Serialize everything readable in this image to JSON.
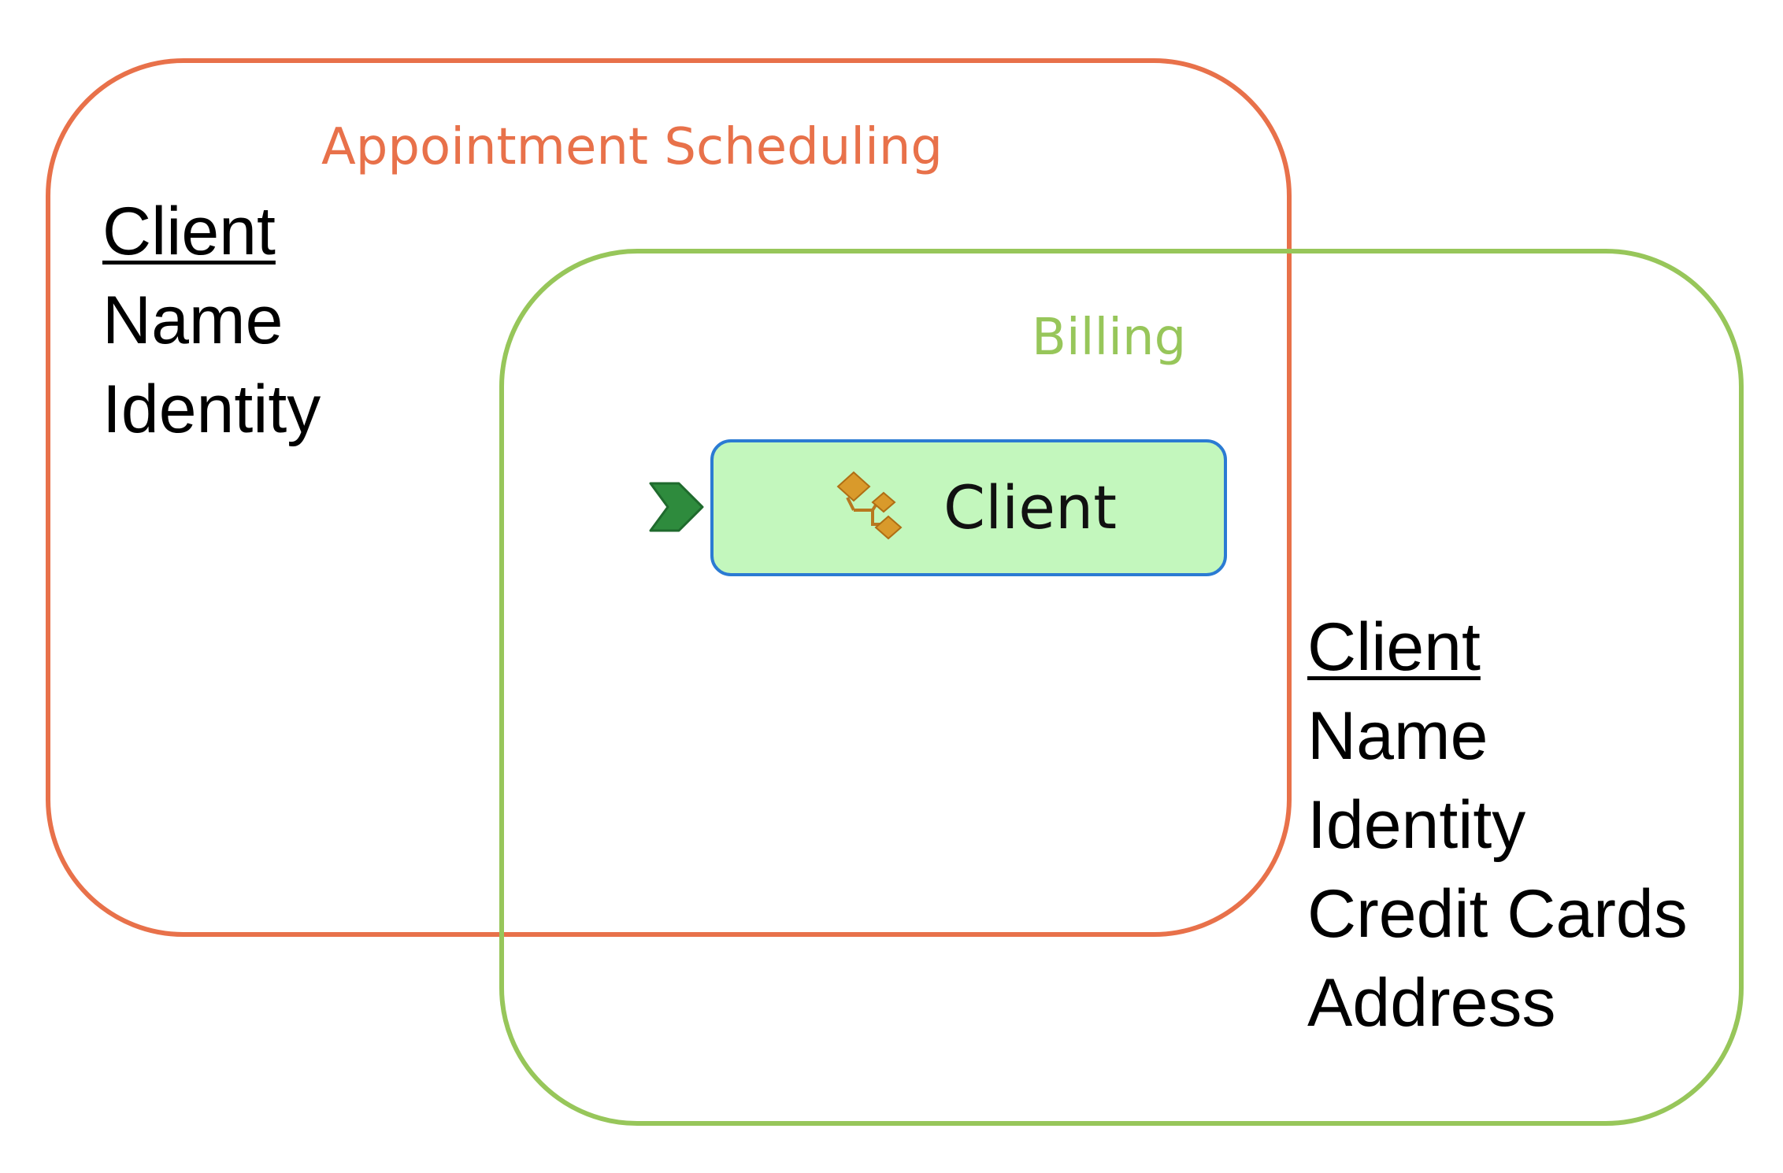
{
  "contexts": {
    "appointment": {
      "title": "Appointment Scheduling",
      "color": "#e8714a",
      "model": {
        "entity": "Client",
        "attributes": [
          "Name",
          "Identity"
        ]
      }
    },
    "billing": {
      "title": "Billing",
      "color": "#97c65a",
      "model": {
        "entity": "Client",
        "attributes": [
          "Name",
          "Identity",
          "Credit Cards",
          "Address"
        ]
      }
    }
  },
  "entity_node": {
    "label": "Client",
    "icon": "entity-icon",
    "marker": "entry-arrow-icon",
    "fill": "#c3f7bd",
    "border": "#2b7bd3"
  }
}
